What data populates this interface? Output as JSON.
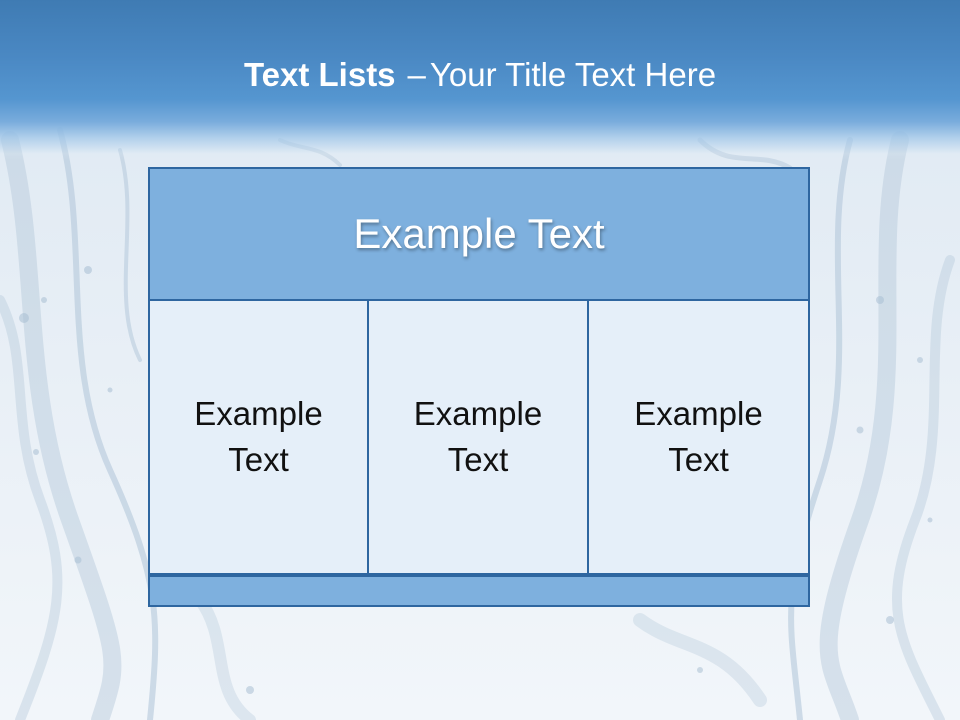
{
  "slide": {
    "title_bold": "Text Lists",
    "title_separator": "–",
    "title_rest": "Your Title Text Here"
  },
  "diagram": {
    "header": "Example Text",
    "cells": [
      "Example Text",
      "Example Text",
      "Example Text"
    ]
  },
  "colors": {
    "header_band": "#4a88c3",
    "box_header_fill": "#7eb0de",
    "box_cell_fill": "#e5eff9",
    "box_border": "#2e66a0",
    "title_text": "#ffffff",
    "cell_text": "#111111"
  }
}
